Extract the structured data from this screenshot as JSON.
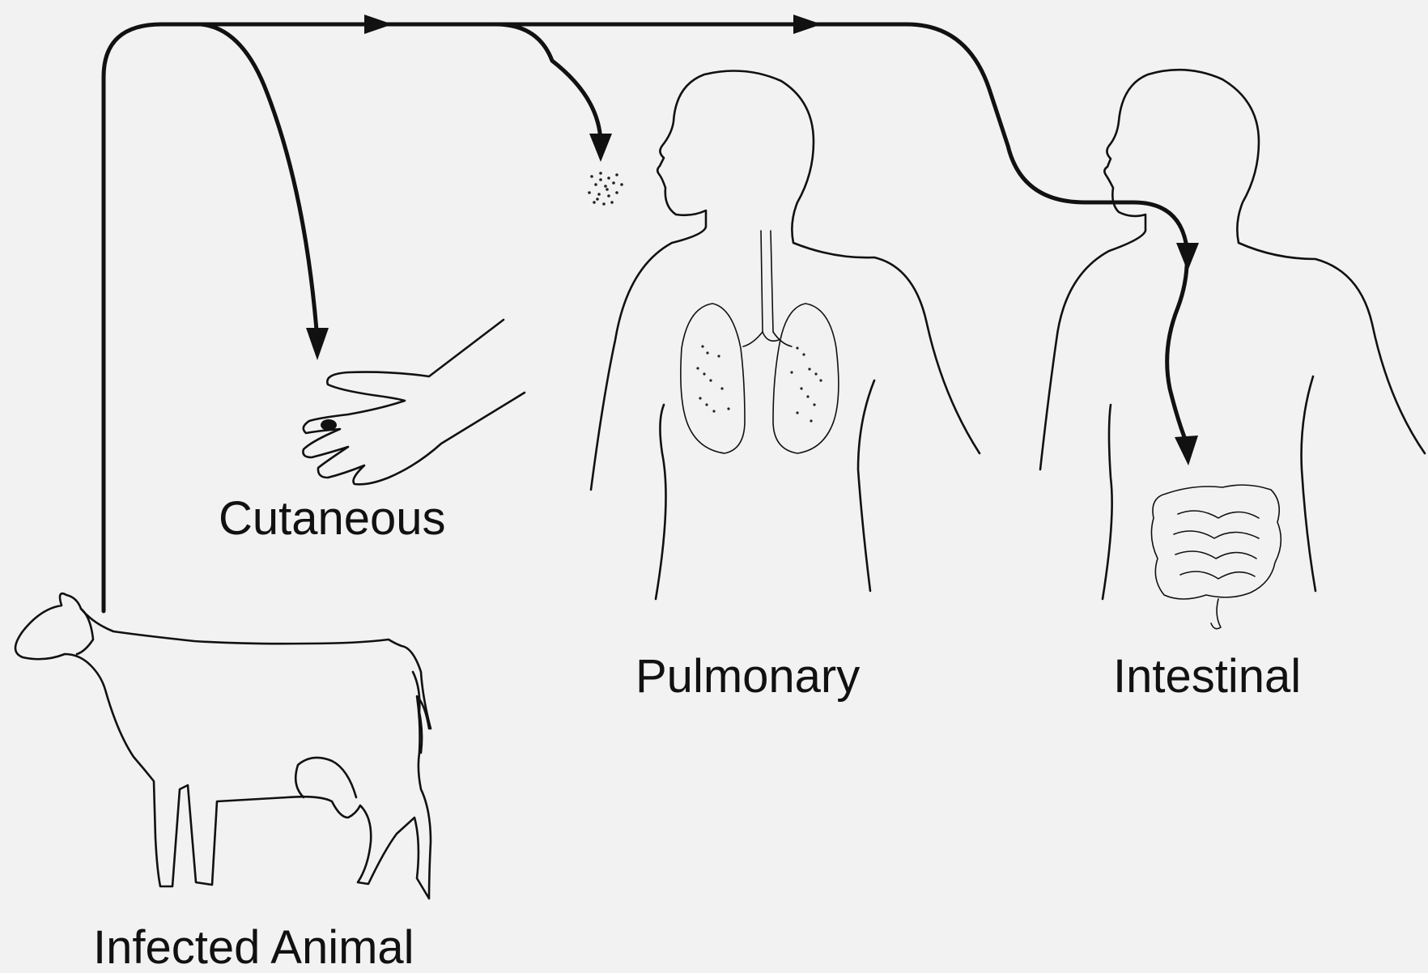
{
  "labels": {
    "source": "Infected Animal",
    "routes": [
      "Cutaneous",
      "Pulmonary",
      "Intestinal"
    ]
  },
  "colors": {
    "background": "#f2f2f2",
    "ink": "#111111"
  },
  "icons": [
    "cow-illustration",
    "hand-illustration",
    "human-lungs-illustration",
    "human-intestines-illustration",
    "aerosol-spores-icon",
    "skin-lesion-icon"
  ]
}
